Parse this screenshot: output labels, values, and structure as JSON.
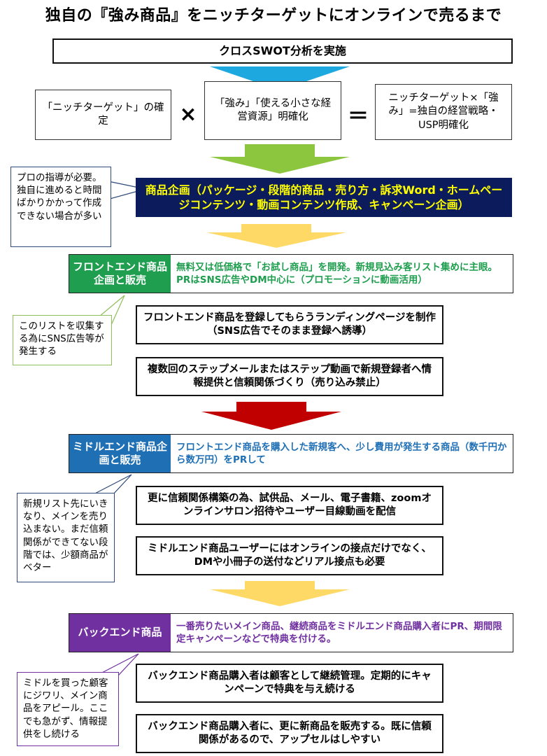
{
  "title": "独自の『強み商品』をニッチターゲットにオンラインで売るまで",
  "swot": "クロスSWOT分析を実施",
  "niche_confirm": "「ニッチターゲット」の確定",
  "times_op": "×",
  "strength_clarify": "「強み」「使える小さな経営資源」明確化",
  "equals_op": "＝",
  "strategy": "ニッチターゲット×「強み」=独自の経営戦略・USP明確化",
  "product_plan": "商品企画（パッケージ・段階的商品・売り方・訴求Word・ホームページコンテンツ・動画コンテンツ作成、キャンペーン企画）",
  "callout_pro": "プロの指導が必要。独自に進めると時間ばかりかかって作成できない場合が多い",
  "front": {
    "label": "フロントエンド商品企画と販売",
    "desc": "無料又は低価格で「お試し商品」を開発。新規見込み客リスト集めに主眼。PRはSNS広告やDM中心に（プロモーションに動画活用）",
    "step1": "フロントエンド商品を登録してもらうランディングページを制作（SNS広告でそのまま登録へ誘導）",
    "step2": "複数回のステップメールまたはステップ動画で新規登録者へ情報提供と信頼関係づくり（売り込み禁止）",
    "callout": "このリストを収集する為にSNS広告等が発生する"
  },
  "middle": {
    "label": "ミドルエンド商品企画と販売",
    "desc": "フロントエンド商品を購入した新規客へ、少し費用が発生する商品（数千円から数万円）をPRして",
    "step1": "更に信頼関係構築の為、試供品、メール、電子書籍、zoomオンラインサロン招待やユーザー目線動画を配信",
    "step2": "ミドルエンド商品ユーザーにはオンラインの接点だけでなく、DMや小冊子の送付などリアル接点も必要",
    "callout": "新規リスト先にいきなり、メインを売り込まない。まだ信頼関係ができてない段階では、少額商品がベター"
  },
  "back": {
    "label": "バックエンド商品",
    "desc": "一番売りたいメイン商品、継続商品をミドルエンド商品購入者にPR、期間限定キャンペーンなどで特典を付ける。",
    "step1": "バックエンド商品購入者は顧客として継続管理。定期的にキャンペーンで特典を与え続ける",
    "step2": "バックエンド商品購入者に、更に新商品を販売する。既に信頼関係があるので、アップセルはしやすい",
    "callout": "ミドルを買った顧客にジワリ、メイン商品をアピール。ここでも急がず、情報提供をし続ける"
  },
  "colors": {
    "arrow_blue": "#1ea8e0",
    "arrow_green": "#8cc63f",
    "arrow_yellow": "#ffd966",
    "arrow_red": "#c00000",
    "navy": "#0b1b5c",
    "highlight_yellow": "#ffff00",
    "front_green": "#1e9e4e",
    "middle_blue": "#1f6fb5",
    "back_purple": "#7030a0",
    "callout_blue_border": "#2f4a7a",
    "callout_green_border": "#8fbf5a",
    "callout_purple_border": "#7030a0"
  }
}
